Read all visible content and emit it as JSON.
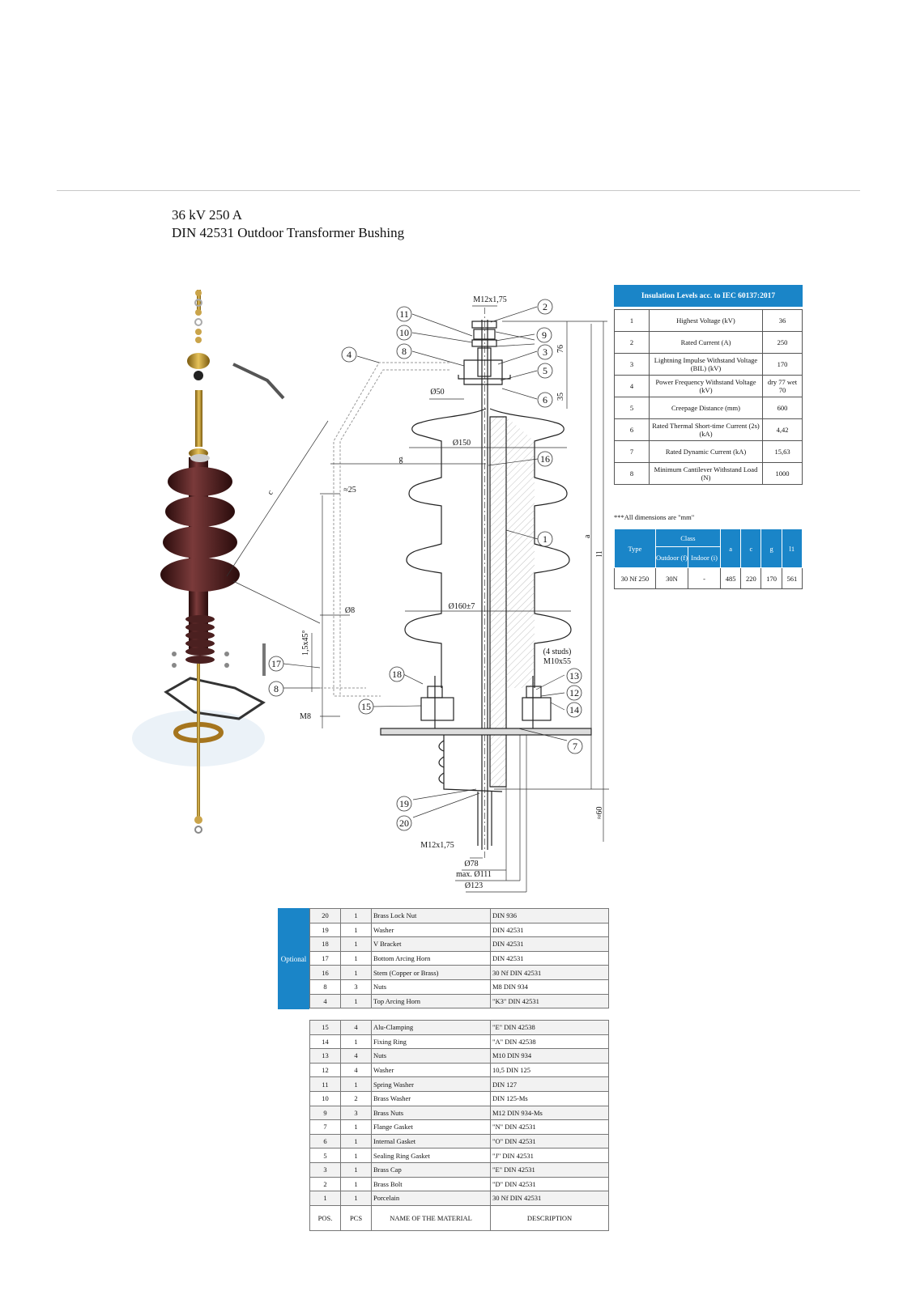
{
  "header": {
    "title_line1": "36 kV 250 A",
    "title_line2": "DIN 42531 Outdoor Transformer Bushing"
  },
  "drawing": {
    "dimensions": {
      "thread_top": "M12x1,75",
      "d50": "Ø50",
      "d150": "Ø150",
      "d160": "Ø160±7",
      "d8": "Ø8",
      "approx25": "≈25",
      "chamfer": "1,5x45°",
      "m8": "M8",
      "studs_line1": "(4 studs)",
      "studs_line2": "M10x55",
      "dim76": "76",
      "dim35": "35",
      "dim_a": "a",
      "dim_l1": "l1",
      "dim_c": "c",
      "dim_g": "g",
      "approx60": "≈60",
      "thread_bottom": "M12x1,75",
      "d78": "Ø78",
      "dmax111": "max. Ø111",
      "d123": "Ø123"
    },
    "balloons": [
      "1",
      "2",
      "3",
      "4",
      "5",
      "6",
      "7",
      "8",
      "9",
      "10",
      "11",
      "12",
      "13",
      "14",
      "15",
      "16",
      "17",
      "18",
      "19",
      "20"
    ]
  },
  "insulation_table": {
    "title": "Insulation Levels acc. to IEC 60137:2017",
    "rows": [
      {
        "no": "1",
        "label": "Highest Voltage (kV)",
        "value": "36"
      },
      {
        "no": "2",
        "label": "Rated Current (A)",
        "value": "250"
      },
      {
        "no": "3",
        "label": "Lightning Impulse Withstand Voltage (BIL) (kV)",
        "value": "170"
      },
      {
        "no": "4",
        "label": "Power Frequency Withstand Voltage (kV)",
        "value": "dry 77 wet 70"
      },
      {
        "no": "5",
        "label": "Creepage Distance (mm)",
        "value": "600"
      },
      {
        "no": "6",
        "label": "Rated Thermal Short-time Current (2s) (kA)",
        "value": "4,42"
      },
      {
        "no": "7",
        "label": "Rated Dynamic Current (kA)",
        "value": "15,63"
      },
      {
        "no": "8",
        "label": "Minimum Cantilever Withstand Load (N)",
        "value": "1000"
      }
    ]
  },
  "note": "***All dimensions are \"mm\"",
  "class_table": {
    "headers": {
      "type": "Type",
      "class": "Class",
      "outdoor": "Outdoor (f)",
      "indoor": "Indoor (i)",
      "a": "a",
      "c": "c",
      "g": "g",
      "l1": "l1"
    },
    "row": {
      "type": "30 Nf 250",
      "outdoor": "30N",
      "indoor": "-",
      "a": "485",
      "c": "220",
      "g": "170",
      "l1": "561"
    }
  },
  "optional_label": "Optional",
  "optional_parts": [
    {
      "pos": "20",
      "pcs": "1",
      "name": "Brass Lock Nut",
      "desc": "DIN 936"
    },
    {
      "pos": "19",
      "pcs": "1",
      "name": "Washer",
      "desc": "DIN 42531"
    },
    {
      "pos": "18",
      "pcs": "1",
      "name": "V Bracket",
      "desc": "DIN 42531"
    },
    {
      "pos": "17",
      "pcs": "1",
      "name": "Bottom Arcing Horn",
      "desc": "DIN 42531"
    },
    {
      "pos": "16",
      "pcs": "1",
      "name": "Stem (Copper or Brass)",
      "desc": "30 Nf DIN 42531"
    },
    {
      "pos": "8",
      "pcs": "3",
      "name": "Nuts",
      "desc": "M8 DIN 934"
    },
    {
      "pos": "4",
      "pcs": "1",
      "name": "Top Arcing Horn",
      "desc": "\"K3\" DIN 42531"
    }
  ],
  "parts": [
    {
      "pos": "15",
      "pcs": "4",
      "name": "Alu-Clamping",
      "desc": "\"E\" DIN 42538"
    },
    {
      "pos": "14",
      "pcs": "1",
      "name": "Fixing Ring",
      "desc": "\"A\" DIN 42538"
    },
    {
      "pos": "13",
      "pcs": "4",
      "name": "Nuts",
      "desc": "M10 DIN 934"
    },
    {
      "pos": "12",
      "pcs": "4",
      "name": "Washer",
      "desc": "10,5 DIN 125"
    },
    {
      "pos": "11",
      "pcs": "1",
      "name": "Spring Washer",
      "desc": "DIN 127"
    },
    {
      "pos": "10",
      "pcs": "2",
      "name": "Brass Washer",
      "desc": "DIN 125-Ms"
    },
    {
      "pos": "9",
      "pcs": "3",
      "name": "Brass Nuts",
      "desc": "M12 DIN 934-Ms"
    },
    {
      "pos": "7",
      "pcs": "1",
      "name": "Flange Gasket",
      "desc": "\"N\" DIN 42531"
    },
    {
      "pos": "6",
      "pcs": "1",
      "name": "Internal Gasket",
      "desc": "\"O\" DIN 42531"
    },
    {
      "pos": "5",
      "pcs": "1",
      "name": "Sealing Ring Gasket",
      "desc": "\"J\" DIN 42531"
    },
    {
      "pos": "3",
      "pcs": "1",
      "name": "Brass Cap",
      "desc": "\"E\" DIN 42531"
    },
    {
      "pos": "2",
      "pcs": "1",
      "name": "Brass Bolt",
      "desc": "\"D\" DIN 42531"
    },
    {
      "pos": "1",
      "pcs": "1",
      "name": "Porcelain",
      "desc": "30 Nf DIN 42531"
    }
  ],
  "parts_header": {
    "pos": "POS.",
    "pcs": "PCS",
    "name": "NAME OF THE MATERIAL",
    "desc": "DESCRIPTION"
  }
}
